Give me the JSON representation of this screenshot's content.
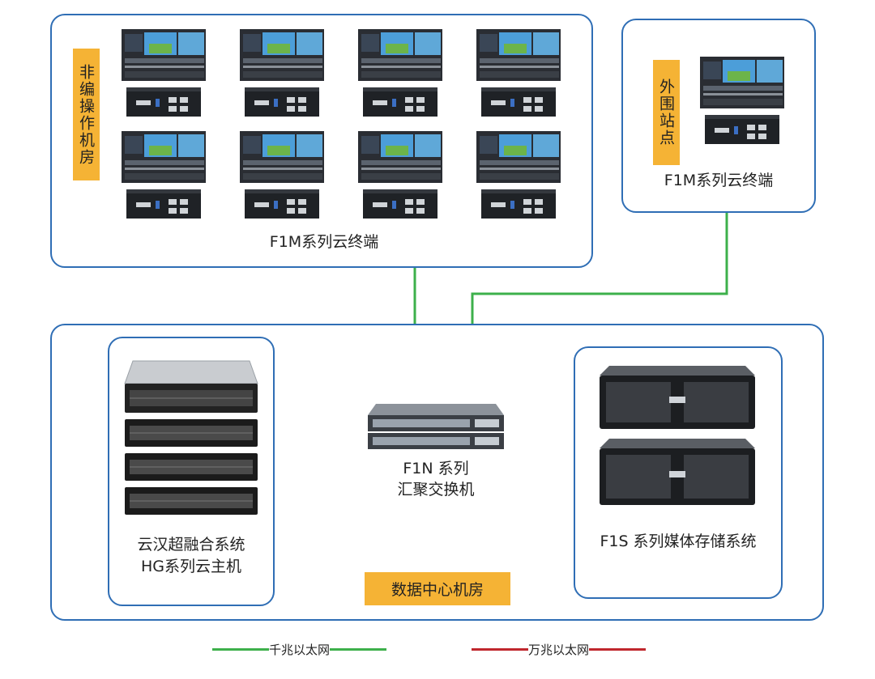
{
  "editing_room": {
    "title": "非编操作机房",
    "terminal_label": "F1M系列云终端",
    "terminals": [
      {
        "id": "t1",
        "icon": "workstation-icon"
      },
      {
        "id": "t2",
        "icon": "workstation-icon"
      },
      {
        "id": "t3",
        "icon": "workstation-icon"
      },
      {
        "id": "t4",
        "icon": "workstation-icon"
      },
      {
        "id": "t5",
        "icon": "workstation-icon"
      },
      {
        "id": "t6",
        "icon": "workstation-icon"
      },
      {
        "id": "t7",
        "icon": "workstation-icon"
      },
      {
        "id": "t8",
        "icon": "workstation-icon"
      }
    ]
  },
  "remote_site": {
    "title": "外围站点",
    "terminal_label": "F1M系列云终端"
  },
  "data_center": {
    "title": "数据中心机房",
    "server_label_1": "云汉超融合系统",
    "server_label_2": "HG系列云主机",
    "switch_label_1": "F1N 系列",
    "switch_label_2": "汇聚交换机",
    "storage_label": "F1S 系列媒体存储系统"
  },
  "legend": {
    "gigabit": "千兆以太网",
    "ten_gigabit": "万兆以太网"
  },
  "colors": {
    "frame": "#2f6eb5",
    "tag": "#f5b335",
    "gigabit": "#3db04b",
    "ten_gigabit": "#c0272d"
  }
}
